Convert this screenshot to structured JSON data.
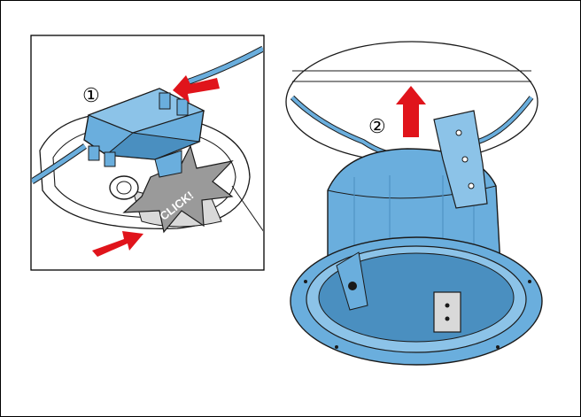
{
  "steps": {
    "step1_label": "①",
    "step2_label": "②",
    "click_text": "CLICK!"
  },
  "colors": {
    "blue": "#6aaedd",
    "blue_dark": "#4a8fc0",
    "arrow": "#e0141b",
    "stroke": "#1a1a1a",
    "grey": "#9a9a9a"
  },
  "icons": {
    "connector": "cable-connector-icon",
    "speaker": "speaker-housing-icon",
    "arrow": "red-arrow-icon",
    "burst": "click-burst-icon"
  }
}
